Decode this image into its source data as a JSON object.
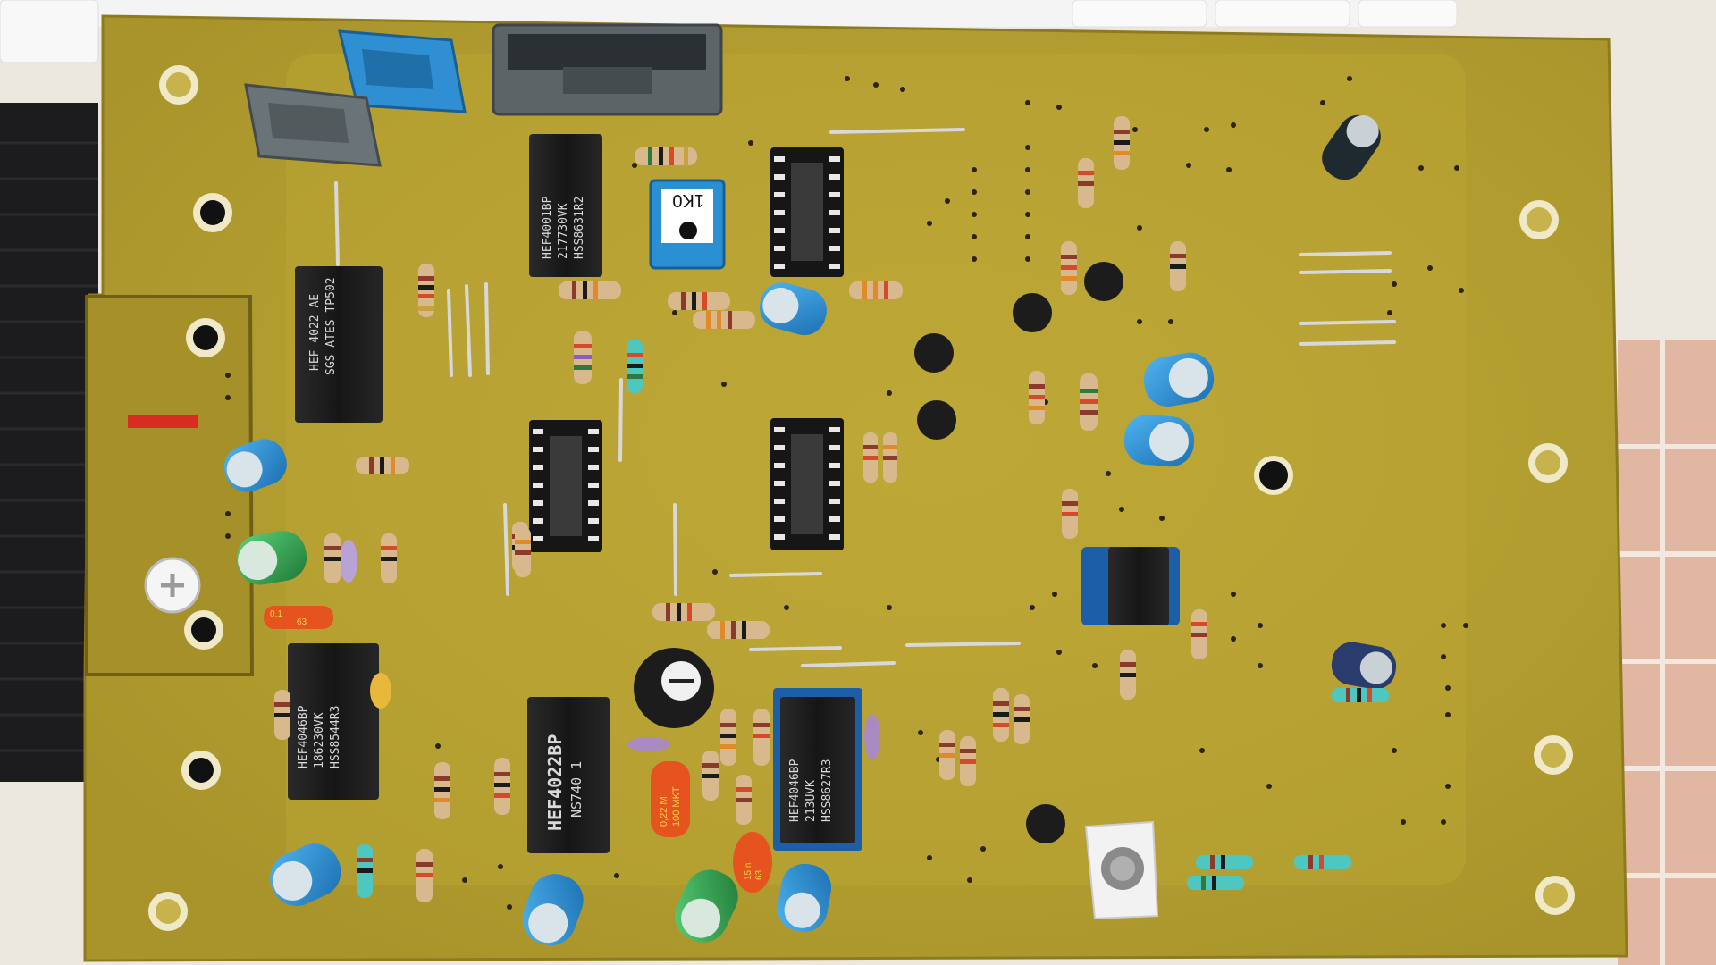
{
  "scene": {
    "subject": "",
    "colors": {
      "board": "#b7a332",
      "board_dark": "#9c8a22",
      "background_tile": "#e8e3dc",
      "foam": "#1c1c1e",
      "ic_body": "#1b1b1c",
      "connector_gray": "#5c6468",
      "jumper_blue": "#2f8fd2",
      "cap_blue": "#2a8bd6",
      "cap_green": "#2f9a4a",
      "cap_orange": "#e5531f",
      "trimmer_blue": "#2b8fd4"
    }
  },
  "components": {
    "u1": {
      "line1": "HEF4001BP",
      "line2": "217730VK",
      "line3": "HSS8631R2"
    },
    "u2": {
      "line1": "HEF 4022 AE",
      "line2": "SGS ATES TP502"
    },
    "u3": {
      "line1": "HEF4046BP",
      "line2": "186230VK",
      "line3": "HSS8544R3"
    },
    "u4": {
      "line1": "HEF4022BP",
      "line2": "NS740 1"
    },
    "u5": {
      "line1": "HEF4046BP",
      "line2": "213UVK",
      "line3": "HSS8627R3"
    },
    "trimmer_top": "1K0",
    "cap_orange_1": {
      "line1": "0,22 M",
      "line2": "100 MKT"
    },
    "cap_orange_2": {
      "line1": "0,1",
      "line2": "63"
    },
    "cap_small_orange": {
      "line1": "15 n",
      "line2": "63"
    }
  }
}
